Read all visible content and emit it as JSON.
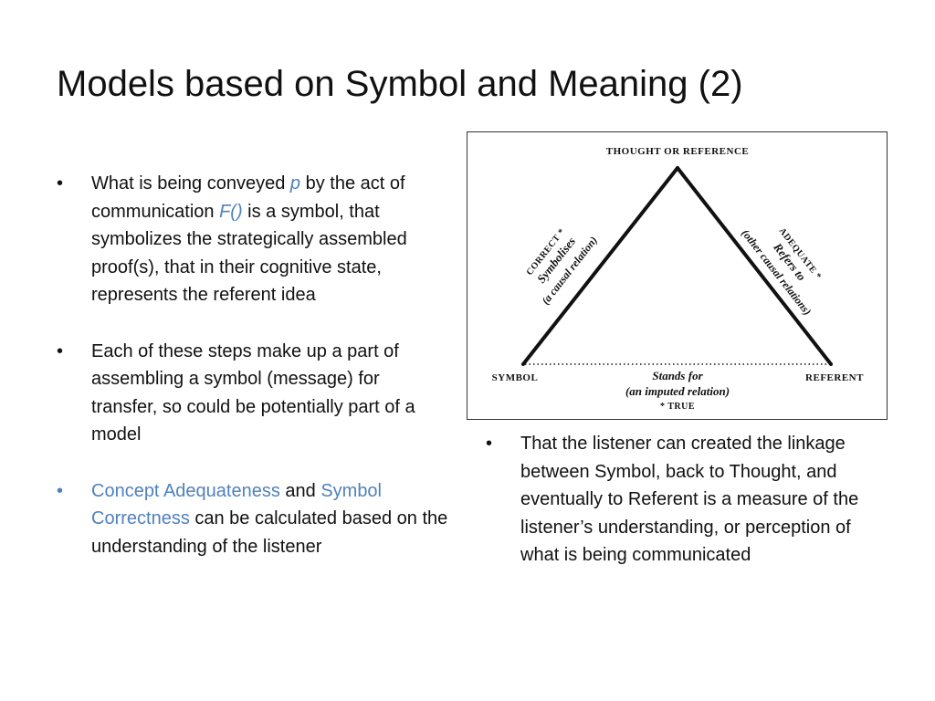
{
  "slide": {
    "title": "Models based on Symbol and Meaning (2)"
  },
  "bullets": [
    {
      "t1": "What is being conveyed ",
      "p": "p",
      "t2": " by the act of communication ",
      "f": "F()",
      "t3": " is a symbol, that symbolizes the strategically assembled proof(s), that in their cognitive state, represents the referent idea"
    },
    {
      "text": "Each of these steps make up a part of assembling a symbol (message) for transfer, so could be potentially part of a model"
    },
    {
      "hl1": "Concept Adequateness",
      "mid": " and ",
      "hl2": "Symbol Correctness",
      "rest": " can be calculated based on the understanding of the listener"
    }
  ],
  "diagram": {
    "top_label": "THOUGHT OR REFERENCE",
    "left_label": "SYMBOL",
    "right_label": "REFERENT",
    "left_side": {
      "line1": "CORRECT *",
      "line2": "Symbolises",
      "line3": "(a causal relation)"
    },
    "right_side": {
      "line1": "ADEQUATE *",
      "line2": "Refers to",
      "line3": "(other causal relations)"
    },
    "bottom": {
      "line1": "Stands for",
      "line2": "(an imputed relation)",
      "line3": "* TRUE"
    }
  },
  "right_bullet": "That the listener can created the linkage between Symbol, back to Thought, and eventually to Referent is a measure of the listener’s understanding, or perception of what is being communicated",
  "colors": {
    "accent": "#4f81bd",
    "text": "#111111"
  }
}
